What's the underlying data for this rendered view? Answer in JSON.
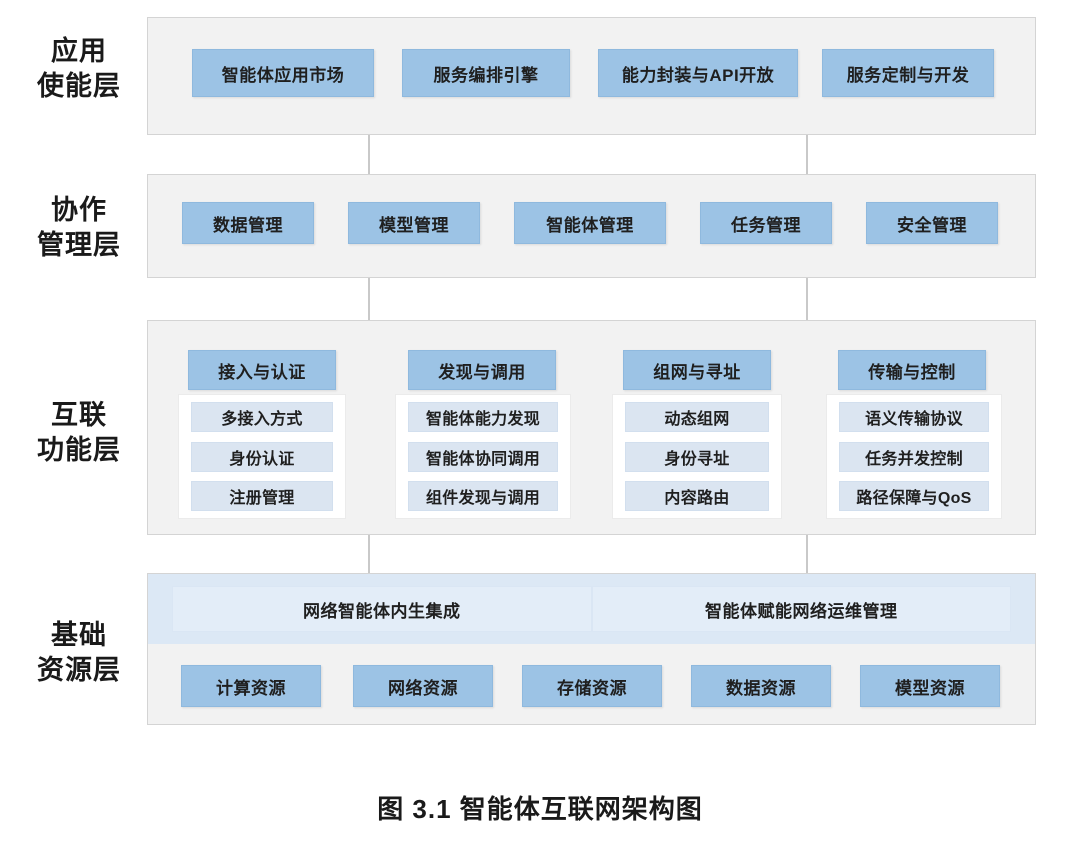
{
  "figure": {
    "caption": "图 3.1  智能体互联网架构图"
  },
  "colors": {
    "panel_bg": "#f2f2f2",
    "panel_border": "#d4d4d4",
    "chip_blue": "#9cc3e5",
    "sub_chip_blue": "#dbe5f1",
    "strip_blue": "#dce8f5",
    "strip_item_blue": "#e3edf8",
    "connector": "#c9c9c9",
    "text": "#1a1a1a"
  },
  "layers": [
    {
      "id": "application-enablement",
      "label": "应用\n使能层",
      "items": [
        {
          "label": "智能体应用市场"
        },
        {
          "label": "服务编排引擎"
        },
        {
          "label": "能力封装与API开放"
        },
        {
          "label": "服务定制与开发"
        }
      ]
    },
    {
      "id": "collaboration-management",
      "label": "协作\n管理层",
      "items": [
        {
          "label": "数据管理"
        },
        {
          "label": "模型管理"
        },
        {
          "label": "智能体管理"
        },
        {
          "label": "任务管理"
        },
        {
          "label": "安全管理"
        }
      ]
    },
    {
      "id": "interconnection-function",
      "label": "互联\n功能层",
      "columns": [
        {
          "head": "接入与认证",
          "items": [
            "多接入方式",
            "身份认证",
            "注册管理"
          ]
        },
        {
          "head": "发现与调用",
          "items": [
            "智能体能力发现",
            "智能体协同调用",
            "组件发现与调用"
          ]
        },
        {
          "head": "组网与寻址",
          "items": [
            "动态组网",
            "身份寻址",
            "内容路由"
          ]
        },
        {
          "head": "传输与控制",
          "items": [
            "语义传输协议",
            "任务并发控制",
            "路径保障与QoS"
          ]
        }
      ]
    },
    {
      "id": "infrastructure-resource",
      "label": "基础\n资源层",
      "strip": [
        {
          "label": "网络智能体内生集成"
        },
        {
          "label": "智能体赋能网络运维管理"
        }
      ],
      "items": [
        {
          "label": "计算资源"
        },
        {
          "label": "网络资源"
        },
        {
          "label": "存储资源"
        },
        {
          "label": "数据资源"
        },
        {
          "label": "模型资源"
        }
      ]
    }
  ]
}
